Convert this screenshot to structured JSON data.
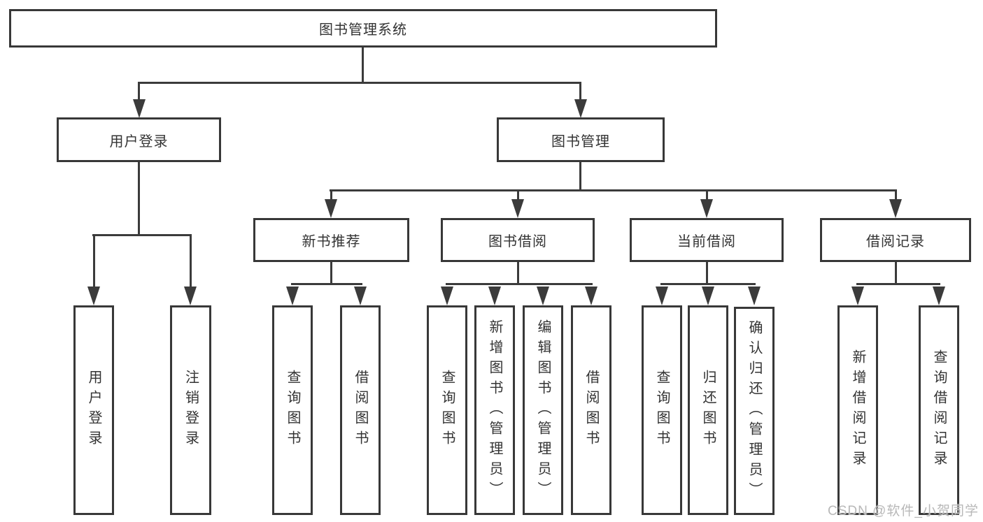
{
  "tree": {
    "label": "图书管理系统",
    "children": [
      {
        "label": "用户登录",
        "children": [
          {
            "label": "用户登录"
          },
          {
            "label": "注销登录"
          }
        ]
      },
      {
        "label": "图书管理",
        "children": [
          {
            "label": "新书推荐",
            "children": [
              {
                "label": "查询图书"
              },
              {
                "label": "借阅图书"
              }
            ]
          },
          {
            "label": "图书借阅",
            "children": [
              {
                "label": "查询图书"
              },
              {
                "label": "新增图书（管理员）"
              },
              {
                "label": "编辑图书（管理员）"
              },
              {
                "label": "借阅图书"
              }
            ]
          },
          {
            "label": "当前借阅",
            "children": [
              {
                "label": "查询图书"
              },
              {
                "label": "归还图书"
              },
              {
                "label": "确认归还（管理员）"
              }
            ]
          },
          {
            "label": "借阅记录",
            "children": [
              {
                "label": "新增借阅记录"
              },
              {
                "label": "查询借阅记录"
              }
            ]
          }
        ]
      }
    ]
  },
  "watermark": {
    "text": "CSDN @软件_小贺同学"
  },
  "colors": {
    "line": "#3b3b3b",
    "box_border": "#383838",
    "text": "#333333",
    "watermark": "#b8b8b8",
    "background": "#ffffff"
  }
}
